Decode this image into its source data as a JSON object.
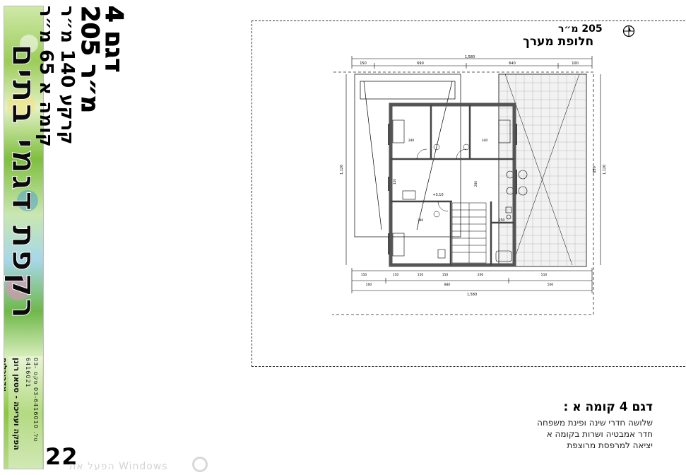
{
  "sidebar": {
    "series_title": "רקפת דגמי בתים",
    "subtitle": "הפקה ועריכה - סטאן רונן אדריכלים",
    "subtitle_small": "טל. 03-6416010  פקס 03-6416021"
  },
  "model": {
    "name": "דגם 4",
    "total_area": "205 מ״ר",
    "ground_floor": "קרקע 140 מ״ר",
    "first_floor": "קומה א 65 מ״ר"
  },
  "plan": {
    "area_label": "205 מ״ר",
    "title": "חלופת מערך",
    "dimensions": {
      "total_width": "1,580",
      "top_segments": [
        "150",
        "690",
        "640",
        "100"
      ],
      "bottom_segments": [
        "150",
        "150",
        "150",
        "150",
        "200",
        "510"
      ],
      "bottom_overall": [
        "200",
        "880",
        "500"
      ],
      "right_total": "1,120",
      "left_total": "1,120",
      "height_segment": "850"
    },
    "room_labels": {
      "level": "+3.10",
      "dim_340_a": "340",
      "dim_340_b": "340",
      "dim_340_c": "340",
      "dim_250": "250",
      "dim_280": "280",
      "dim_120": "120"
    }
  },
  "description": {
    "title": "דגם 4 קומה א :",
    "lines": [
      "שלושה חדרי שינה ופינת משפחה",
      "חדר אמבטיה ושרות בקומה א",
      "יציאה למרפסת מרוצפת"
    ]
  },
  "footer": {
    "page_number": "22",
    "watermark": "הפעל את Windows"
  }
}
